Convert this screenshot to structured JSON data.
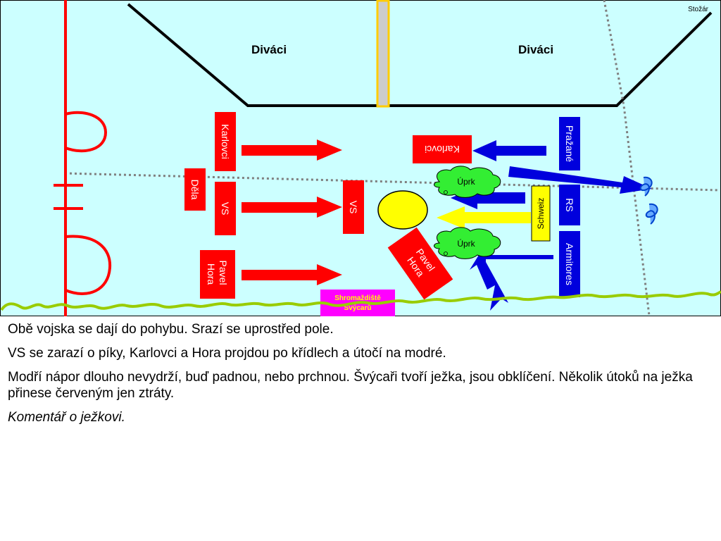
{
  "diagram": {
    "corner_label": "Stožár",
    "spectators_left": "Diváci",
    "spectators_right": "Diváci",
    "units": {
      "karlovci_red": "Karlovci",
      "dela": "Děla",
      "vs_red_left": "VS",
      "pavel_hora_left": "Pavel Hora",
      "vs_red_center": "VS",
      "pavel_hora_tilted": "Pavel Hora",
      "karlovci_flipped": "Karlovci",
      "prazane": "Pražané",
      "rs": "RS",
      "armitores": "Armitores",
      "schweiz": "Schweiz",
      "shromazdiste_line1": "Shromaždiště",
      "shromazdiste_line2": "Švýcarů"
    },
    "clouds": {
      "uprk_top": "Úprk",
      "uprk_bottom": "Úprk"
    },
    "colors": {
      "field": "#ccffff",
      "red": "#ff0000",
      "blue": "#0000dd",
      "yellow": "#ffff00",
      "green_cloud": "#33ee33",
      "magenta": "#ff00ff",
      "grass": "#99cc00",
      "stand_line": "#000000",
      "pole_fill": "#cccccc",
      "pole_border": "#ffcc00",
      "dotted": "#808080"
    }
  },
  "caption": {
    "p1": "Obě vojska se dají do pohybu. Srazí se uprostřed pole.",
    "p2": "VS se zarazí o píky, Karlovci a Hora projdou po křídlech a útočí na modré.",
    "p3": "Modří nápor dlouho nevydrží, buď padnou, nebo prchnou. Švýcaři tvoří ježka, jsou obklíčení. Několik útoků na ježka přinese červeným jen ztráty.",
    "p4": "Komentář o ježkovi."
  }
}
